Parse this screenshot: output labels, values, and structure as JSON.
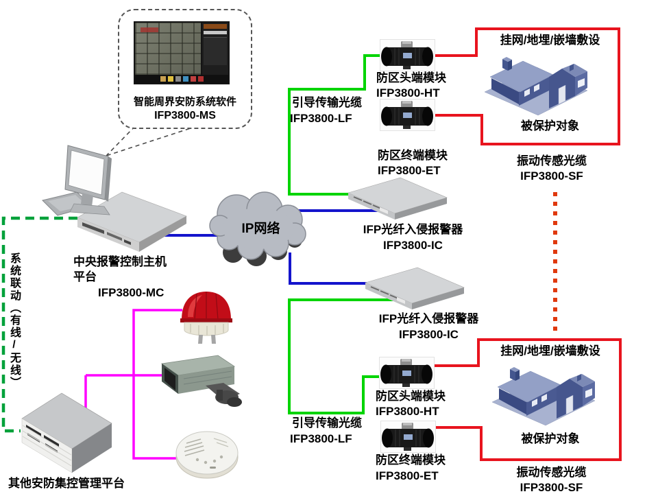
{
  "callout": {
    "title": "智能周界安防系统软件",
    "model": "IFP3800-MS"
  },
  "central_host": {
    "line1": "中央报警控制主机",
    "line2": "平台",
    "model": "IFP3800-MC"
  },
  "system_linkage_label": "系统联动（有线/无线）",
  "other_platform_label": "其他安防集控管理平台",
  "network_label": "IP网络",
  "zones": {
    "top": {
      "guide_cable": {
        "name": "引导传输光缆",
        "model": "IFP3800-LF"
      },
      "head_module": {
        "name": "防区头端模块",
        "model": "IFP3800-HT"
      },
      "terminal_module": {
        "name": "防区终端模块",
        "model": "IFP3800-ET"
      },
      "alarm_unit": {
        "name": "IFP光纤入侵报警器",
        "model": "IFP3800-IC"
      },
      "deployment_label": "挂网/地埋/嵌墙敷设",
      "protected_label": "被保护对象",
      "sensing_cable": {
        "name": "振动传感光缆",
        "model": "IFP3800-SF"
      }
    },
    "bottom": {
      "guide_cable": {
        "name": "引导传输光缆",
        "model": "IFP3800-LF"
      },
      "head_module": {
        "name": "防区头端模块",
        "model": "IFP3800-HT"
      },
      "terminal_module": {
        "name": "防区终端模块",
        "model": "IFP3800-ET"
      },
      "alarm_unit": {
        "name": "IFP光纤入侵报警器",
        "model": "IFP3800-IC"
      },
      "deployment_label": "挂网/地埋/嵌墙敷设",
      "protected_label": "被保护对象",
      "sensing_cable": {
        "name": "振动传感光缆",
        "model": "IFP3800-SF"
      }
    }
  },
  "colors": {
    "solid_green": "#00d400",
    "dashed_green": "#00a13a",
    "blue": "#1414cc",
    "magenta": "#ff00ff",
    "red": "#e8141e",
    "dotted_red": "#e0390e",
    "house_blue": "#46568e",
    "beacon_red": "#c20d18"
  }
}
